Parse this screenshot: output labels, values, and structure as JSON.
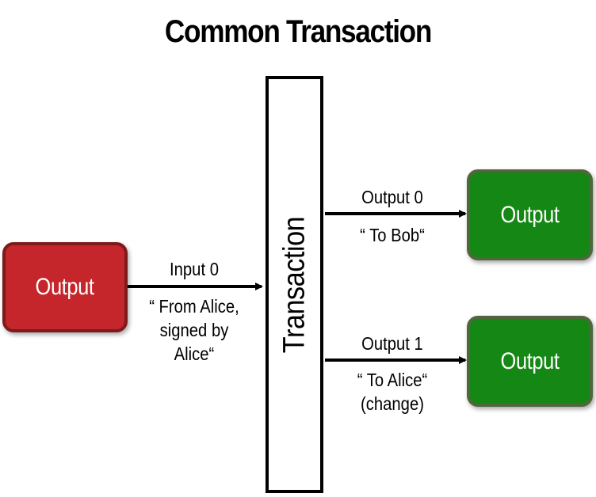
{
  "title": "Common Transaction",
  "transaction_label": "Transaction",
  "input_box": {
    "label": "Output",
    "color": "#c4262b"
  },
  "output_boxes": [
    {
      "label": "Output",
      "color": "#158715"
    },
    {
      "label": "Output",
      "color": "#158715"
    }
  ],
  "input_edge": {
    "name": "Input 0",
    "lines": [
      "“ From Alice,",
      "signed by",
      "Alice“"
    ]
  },
  "output_edges": [
    {
      "name": "Output 0",
      "lines": [
        "“ To Bob“"
      ]
    },
    {
      "name": "Output 1",
      "lines": [
        "“ To Alice“",
        "(change)"
      ]
    }
  ]
}
